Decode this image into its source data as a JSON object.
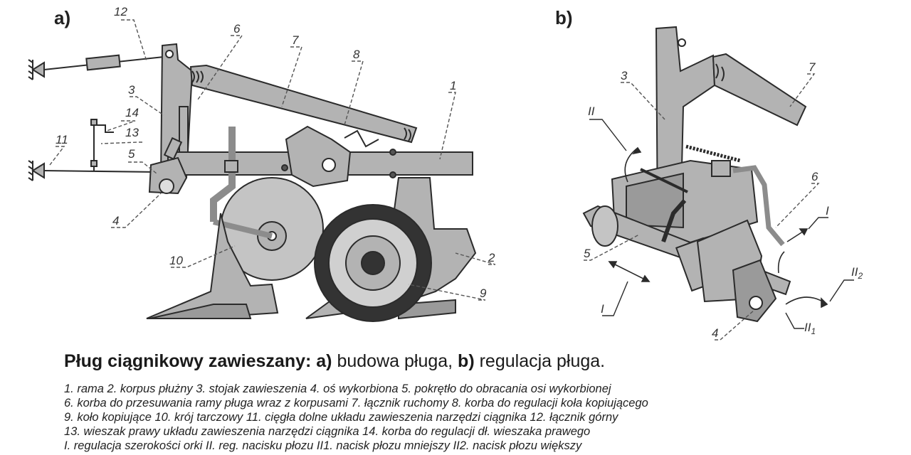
{
  "panels": {
    "a": "a)",
    "b": "b)"
  },
  "callouts_a": [
    "12",
    "6",
    "7",
    "8",
    "1",
    "3",
    "14",
    "13",
    "11",
    "5",
    "4",
    "10",
    "2",
    "9"
  ],
  "callouts_b": [
    "7",
    "3",
    "II",
    "6",
    "I",
    "5",
    "II2",
    "I",
    "II1",
    "4"
  ],
  "caption": {
    "bold": "Pług ciągnikowy zawieszany:",
    "part_a_letter": "a)",
    "part_a_text": " budowa pługa, ",
    "part_b_letter": "b)",
    "part_b_text": " regulacja pługa."
  },
  "legend": [
    "1. rama   2. korpus płużny   3. stojak zawieszenia   4. oś wykorbiona   5. pokrętło do obracania osi wykorbionej",
    "6. korba do przesuwania ramy pługa wraz z korpusami   7. łącznik ruchomy   8. korba do regulacji koła kopiującego",
    "9. koło kopiujące   10. krój tarczowy   11. cięgła dolne układu zawieszenia narzędzi ciągnika   12. łącznik górny",
    "13. wieszak prawy układu zawieszenia narzędzi ciągnika   14. korba do regulacji dł. wieszaka prawego",
    "I. regulacja szerokości orki   II. reg. nacisku płozu   II1. nacisk płozu mniejszy   II2. nacisk płozu większy"
  ],
  "colors": {
    "metal": "#b3b3b3",
    "metal_dark": "#8c8c8c",
    "outline": "#2b2b2b",
    "tire": "#333333"
  }
}
